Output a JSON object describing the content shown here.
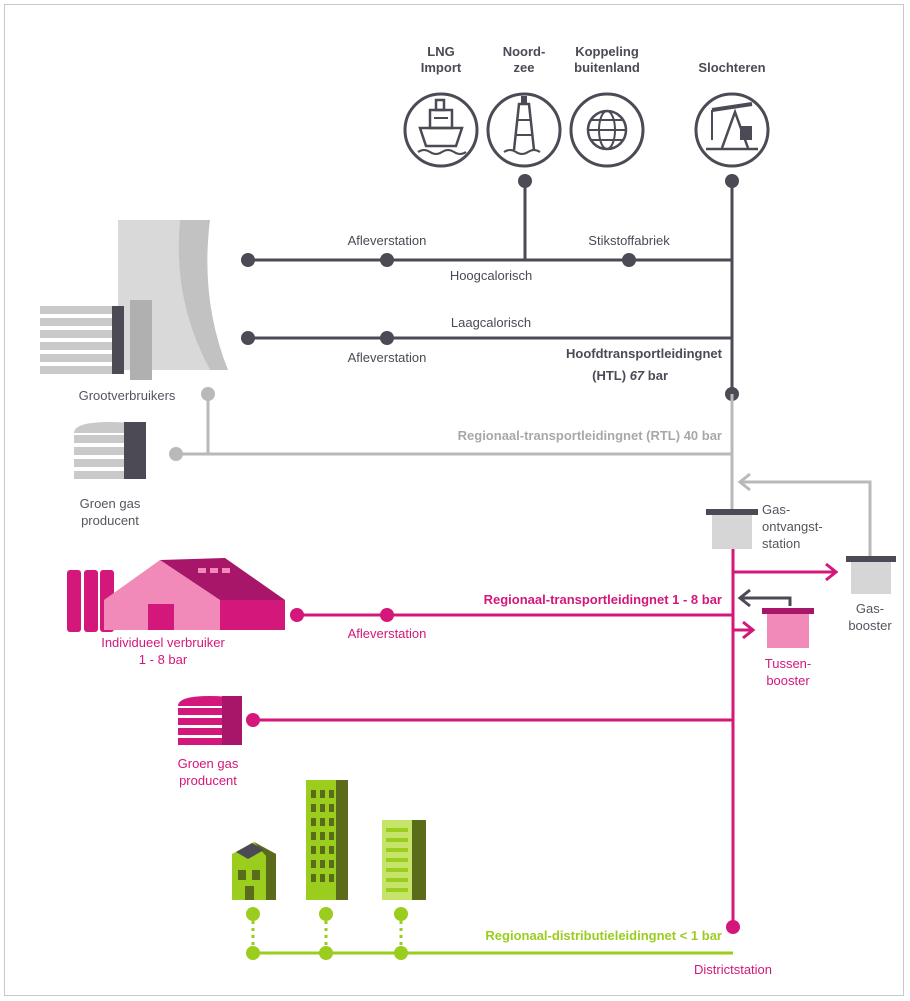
{
  "sources": {
    "lng": [
      "LNG",
      "Import"
    ],
    "noordzee": [
      "Noord-",
      "zee"
    ],
    "koppeling": [
      "Koppeling",
      "buitenland"
    ],
    "slochteren": [
      "Slochteren"
    ]
  },
  "htl": {
    "afleverstation_1": "Afleverstation",
    "stikstoffabriek": "Stikstoffabriek",
    "hoogcalorisch": "Hoogcalorisch",
    "laagcalorisch": "Laagcalorisch",
    "afleverstation_2": "Afleverstation",
    "title_1": "Hoofdtransportleidingnet",
    "title_2a": "(HTL) ",
    "title_2b": "67",
    "title_2c": " bar"
  },
  "consumers": {
    "grootverbruikers": "Grootverbruikers",
    "groen_gas_1": [
      "Groen gas",
      "producent"
    ]
  },
  "rtl": {
    "title": "Regionaal-transportleidingnet (RTL) 40 bar",
    "gasontvangst": [
      "Gas-",
      "ontvangst-",
      "station"
    ],
    "gasbooster": [
      "Gas-",
      "booster"
    ]
  },
  "regional_1_8": {
    "title": "Regionaal-transportleidingnet 1 - 8 bar",
    "afleverstation": "Afleverstation",
    "individueel": [
      "Individueel verbruiker",
      "1 - 8 bar"
    ],
    "tussenbooster": [
      "Tussen-",
      "booster"
    ],
    "groen_gas_2": [
      "Groen gas",
      "producent"
    ]
  },
  "distribution": {
    "title": "Regionaal-distributieleidingnet < 1 bar",
    "districtstation": "Districtstation"
  },
  "colors": {
    "dark": "#4b4a55",
    "light_gray": "#b9b9b9",
    "magenta": "#d4177a",
    "lime": "#9acd1e"
  }
}
